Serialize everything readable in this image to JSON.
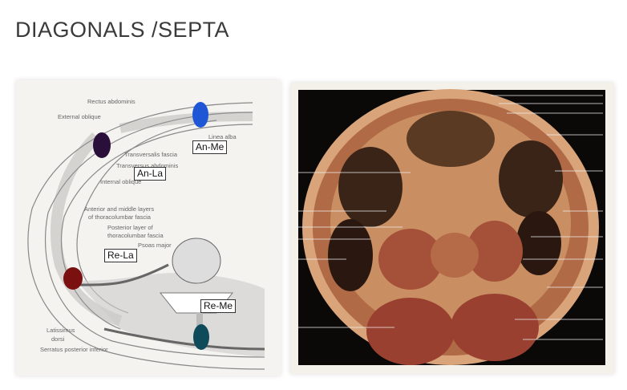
{
  "slide": {
    "title": "DIAGONALS /SEPTA"
  },
  "diagram": {
    "labels": {
      "rectus": "Rectus abdominis",
      "external_oblique": "External oblique",
      "linea_alba": "Linea alba",
      "transversalis": "Transversalis fascia",
      "transversus": "Transversus abdominis",
      "internal_oblique": "Internal oblique",
      "ant_mid_1": "Anterior and middle layers",
      "ant_mid_2": "of thoracolumbar fascia",
      "post_1": "Posterior layer of",
      "post_2": "thoracolumbar fascia",
      "psoas": "Psoas major",
      "lat_1": "Latissimus",
      "lat_2": "dorsi",
      "serratus": "Serratus posterior inferior"
    },
    "boxes": {
      "an_me": "An-Me",
      "an_la": "An-La",
      "re_la": "Re-La",
      "re_me": "Re-Me"
    },
    "marker_colors": {
      "an_me": "#1f56d6",
      "an_la": "#2a0f3a",
      "re_la": "#7a1010",
      "re_me": "#0f4a5a"
    }
  }
}
